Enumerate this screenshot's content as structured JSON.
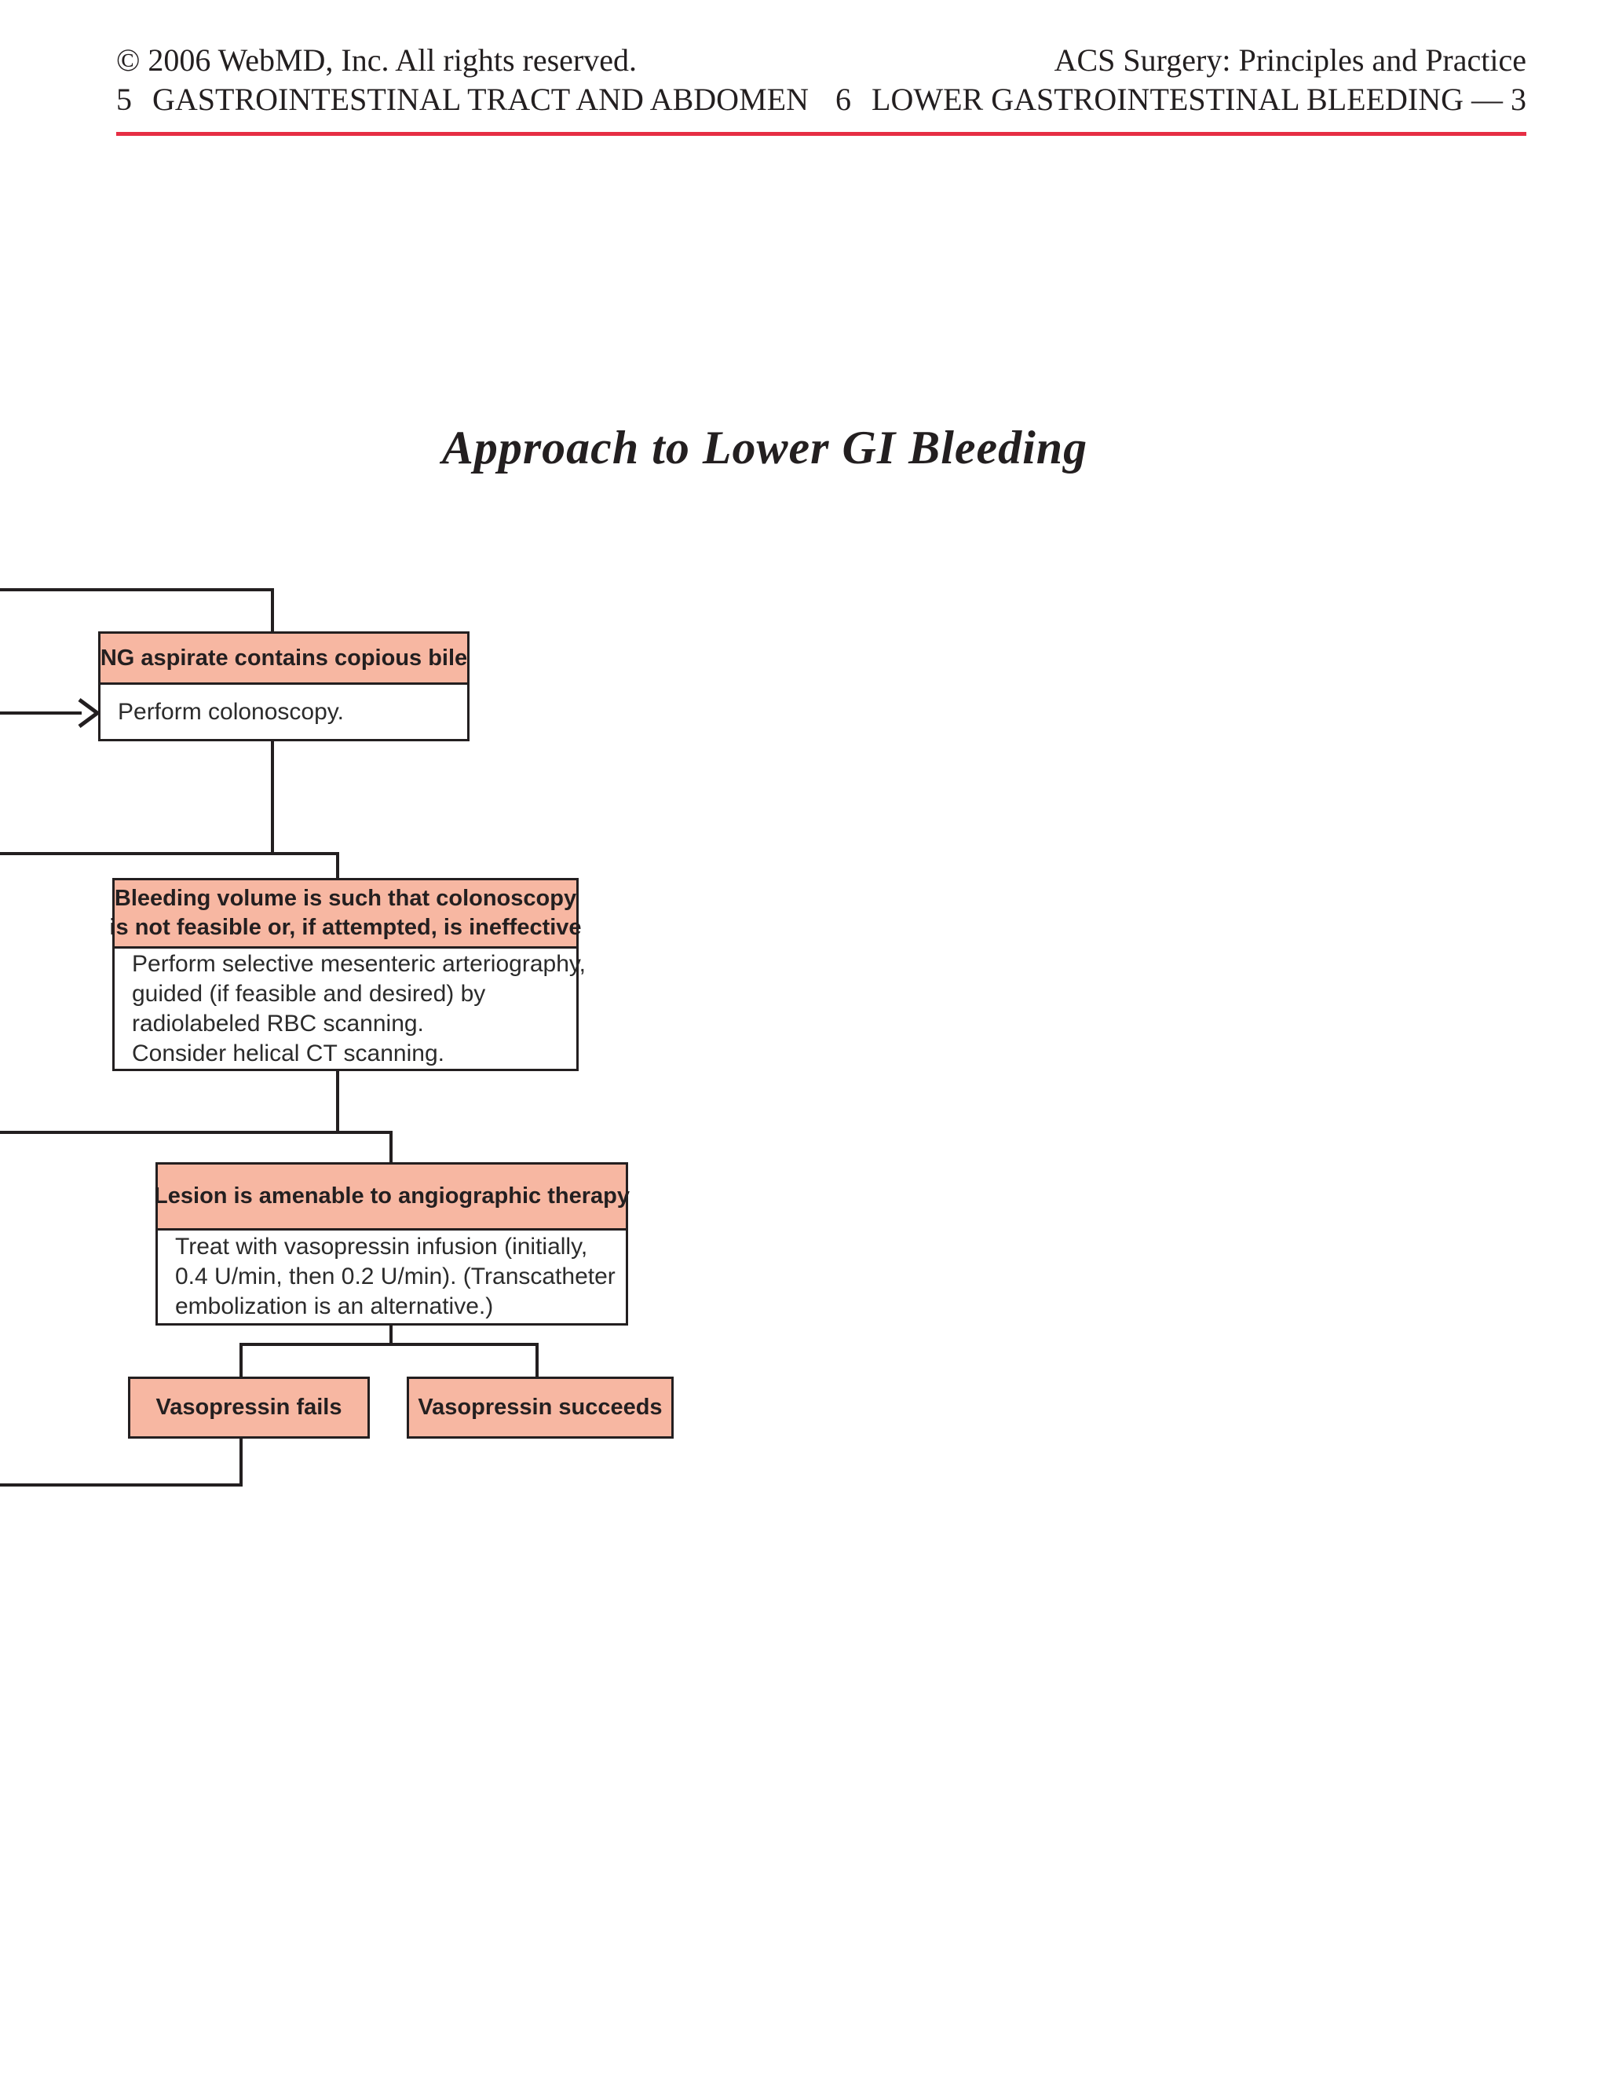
{
  "header": {
    "copyright": "© 2006 WebMD, Inc. All rights reserved.",
    "section_number": "5",
    "section_title": "GASTROINTESTINAL TRACT AND ABDOMEN",
    "book_title": "ACS Surgery: Principles and Practice",
    "chapter_number": "6",
    "chapter_title": "LOWER GASTROINTESTINAL BLEEDING — 3",
    "rule_color": "#e62e44"
  },
  "figure": {
    "title": "Approach to Lower GI Bleeding"
  },
  "flowchart": {
    "colors": {
      "node_header_fill": "#f7b7a2",
      "node_border": "#231f20",
      "connector": "#231f20"
    },
    "nodes": [
      {
        "id": "ng-aspirate",
        "header": "NG aspirate contains copious bile",
        "body": [
          "Perform colonoscopy."
        ]
      },
      {
        "id": "bleeding-volume",
        "header": [
          "Bleeding volume is such that colonoscopy",
          "is not feasible or, if attempted, is ineffective"
        ],
        "body": [
          "Perform selective mesenteric arteriography,",
          "guided (if feasible and desired) by",
          "radiolabeled RBC scanning.",
          "Consider helical CT scanning."
        ]
      },
      {
        "id": "lesion-amenable",
        "header": "Lesion is amenable to angiographic therapy",
        "body": [
          "Treat with vasopressin infusion (initially,",
          "0.4 U/min, then 0.2 U/min). (Transcatheter",
          "embolization is an alternative.)"
        ]
      },
      {
        "id": "vasopressin-fails",
        "header": "Vasopressin fails"
      },
      {
        "id": "vasopressin-succeeds",
        "header": "Vasopressin succeeds"
      }
    ]
  }
}
